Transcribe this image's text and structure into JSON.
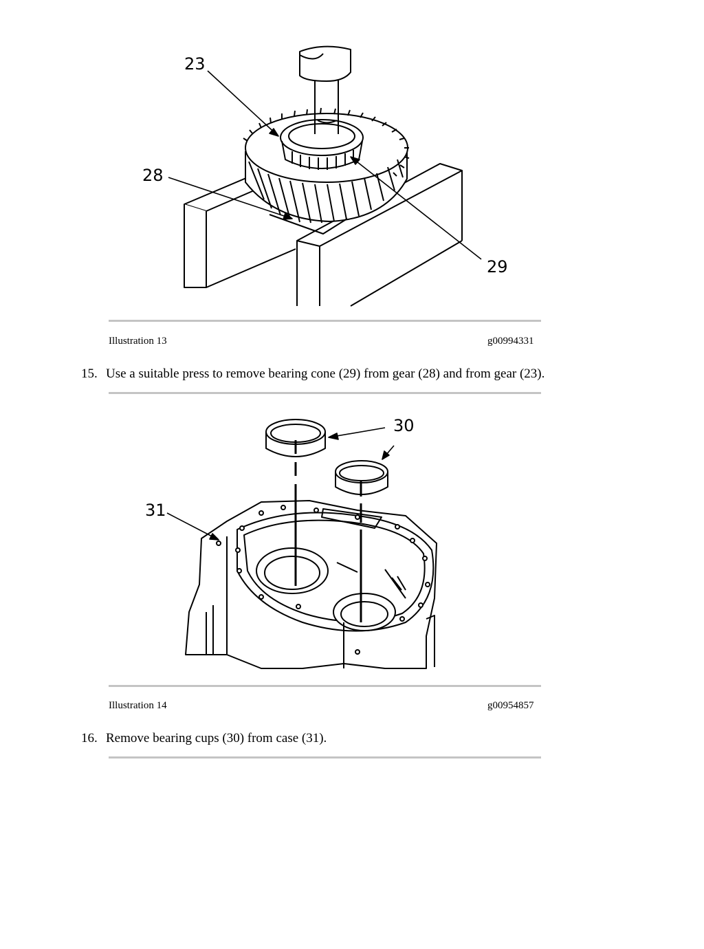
{
  "figure1": {
    "callouts": [
      "23",
      "28",
      "29"
    ],
    "caption_label": "Illustration 13",
    "caption_id": "g00994331"
  },
  "step15": {
    "number": "15.",
    "text": "Use a suitable press to remove bearing cone (29) from gear (28) and from gear (23)."
  },
  "figure2": {
    "callouts": [
      "30",
      "31"
    ],
    "caption_label": "Illustration 14",
    "caption_id": "g00954857"
  },
  "step16": {
    "number": "16.",
    "text": "Remove bearing cups (30) from case (31)."
  }
}
